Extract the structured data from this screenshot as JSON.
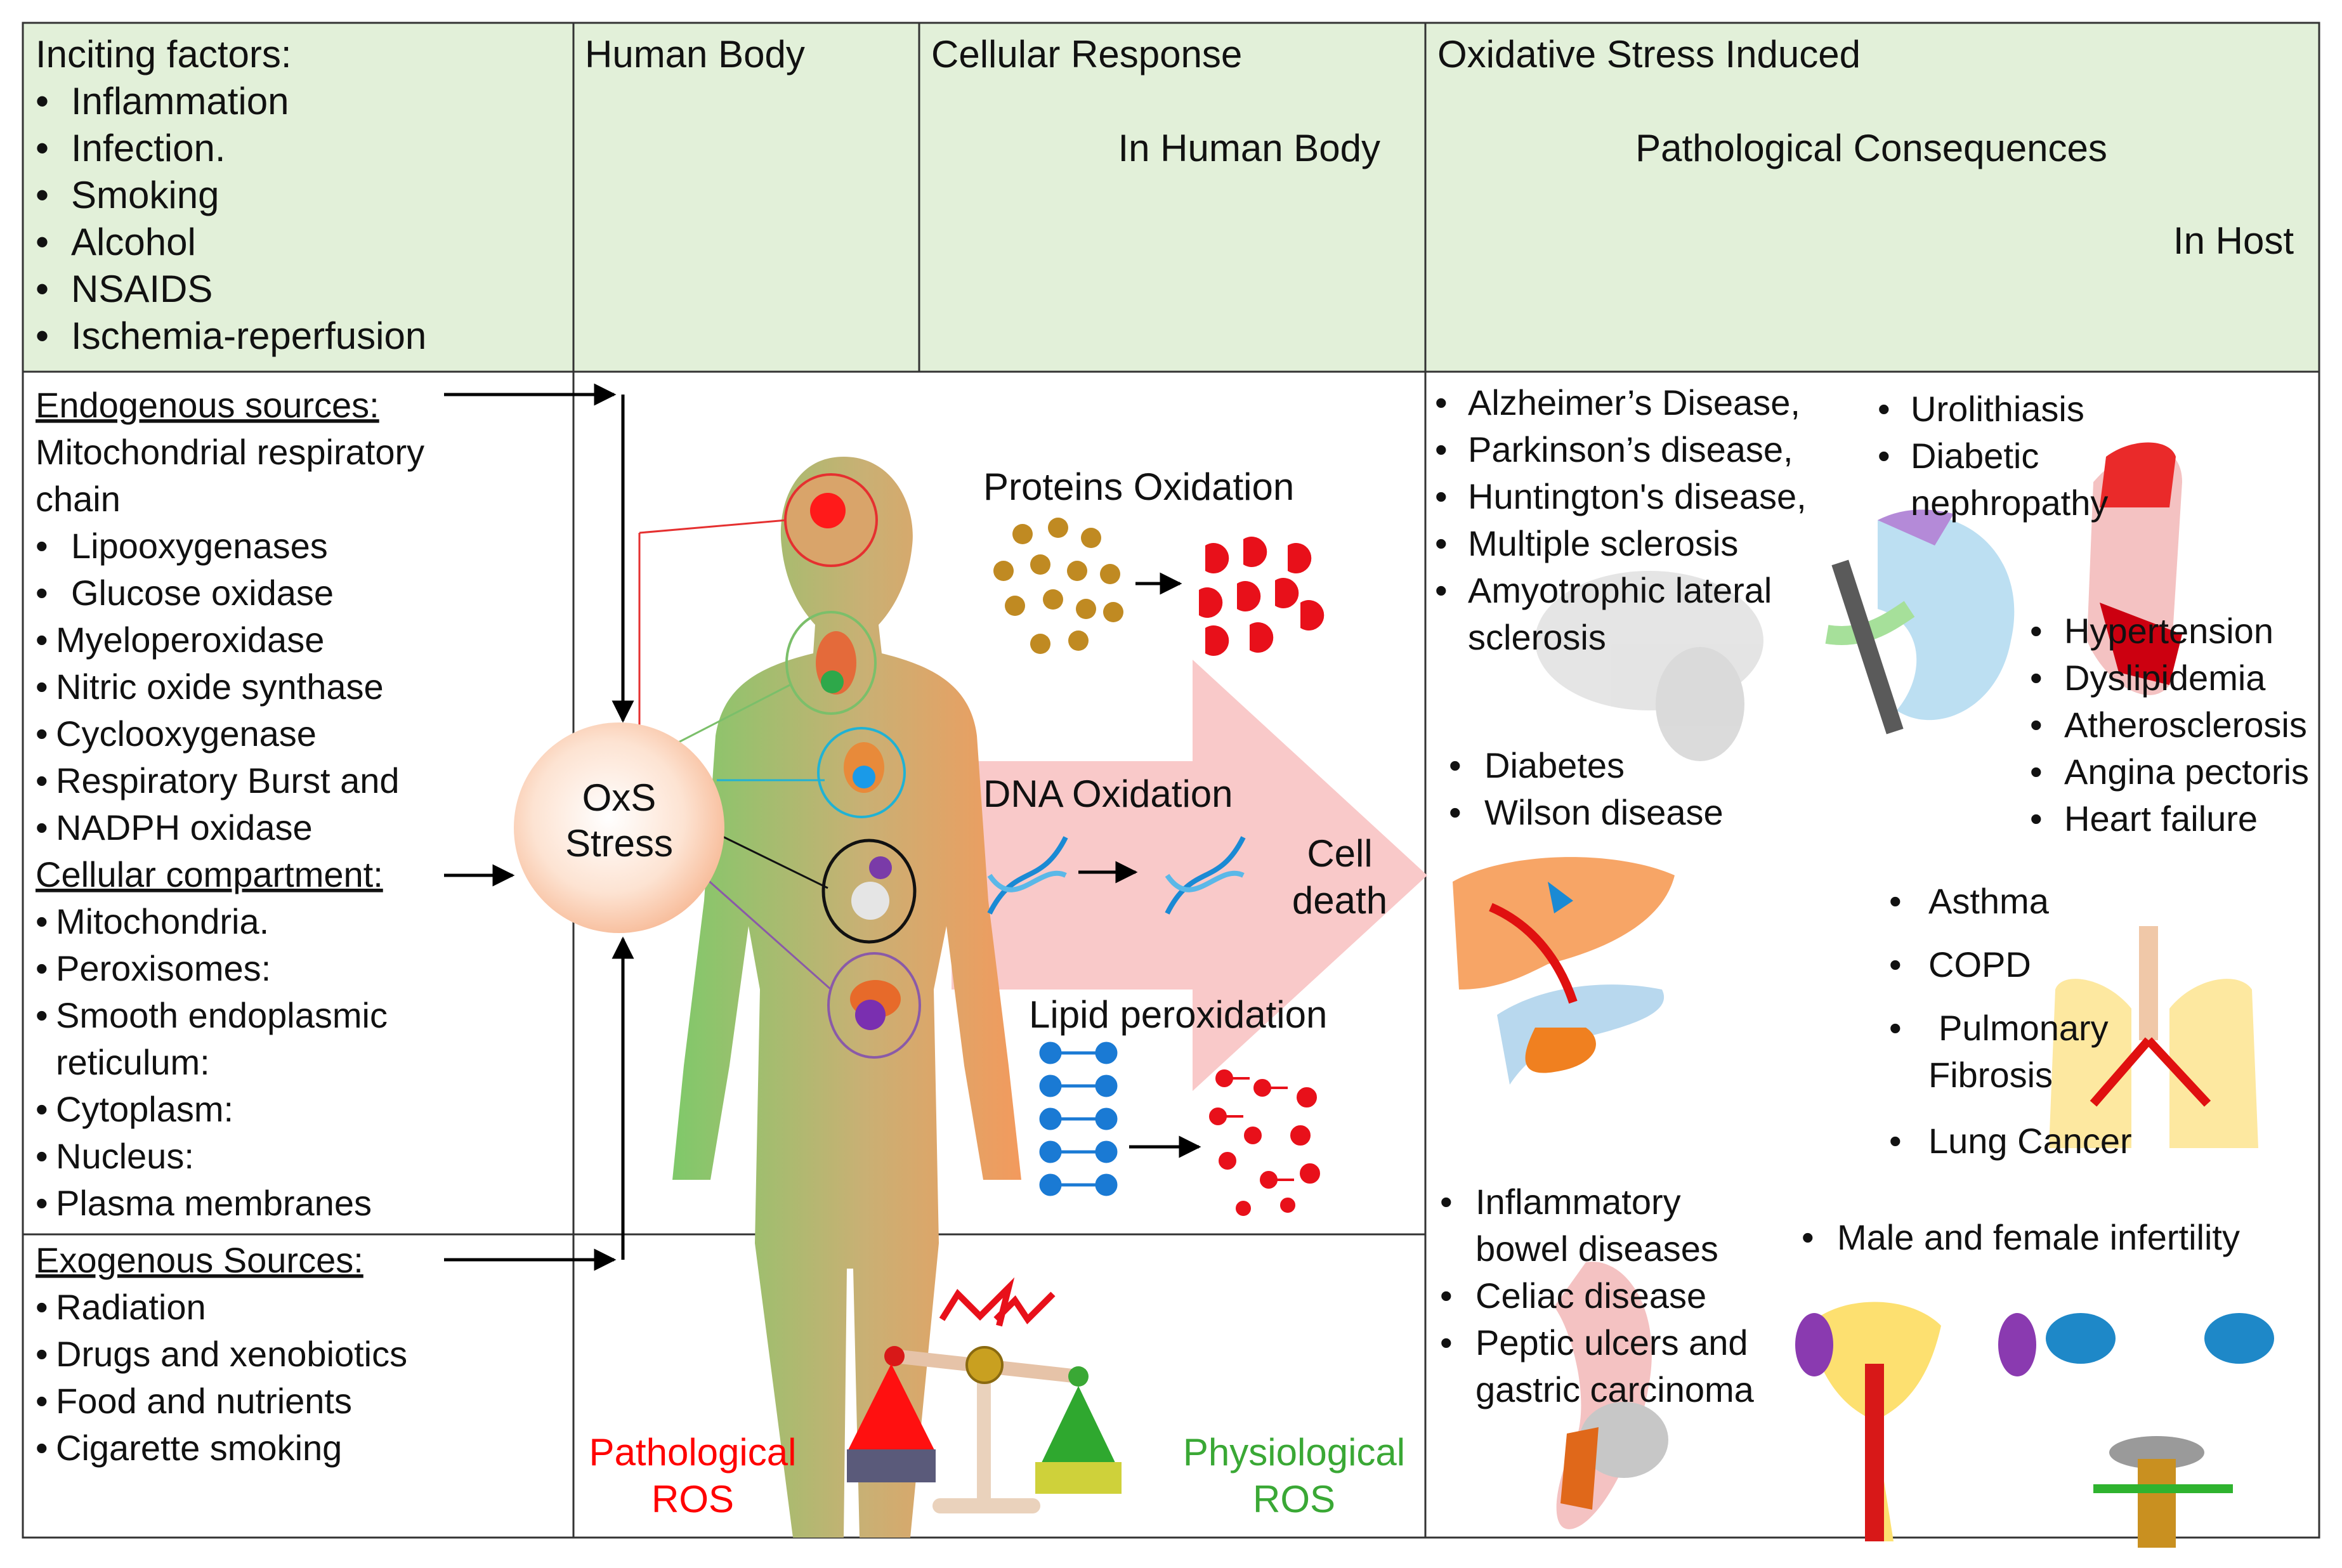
{
  "header": {
    "col1_title": "Inciting factors:",
    "col1_items": [
      "Inflammation",
      "Infection.",
      "Smoking",
      "Alcohol",
      "NSAIDS",
      "Ischemia-reperfusion"
    ],
    "col2_title": "Human Body",
    "col3_title": "Cellular Response",
    "col3_sub": "In Human Body",
    "col4_title": "Oxidative Stress Induced",
    "col4_sub": "Pathological  Consequences",
    "col4_sub2": "In Host"
  },
  "endogenous": {
    "title": "Endogenous sources:",
    "lead_line1": "Mitochondrial respiratory",
    "lead_line2": "chain",
    "items": [
      "Lipooxygenases",
      "Glucose oxidase",
      "Myeloperoxidase",
      "Nitric oxide synthase",
      "Cyclooxygenase",
      "Respiratory Burst and",
      "NADPH oxidase"
    ]
  },
  "compartment": {
    "title": "Cellular compartment:",
    "items": [
      "Mitochondria.",
      "Peroxisomes:",
      "Smooth endoplasmic",
      "reticulum:",
      "Cytoplasm:",
      "Nucleus:",
      "Plasma membranes"
    ]
  },
  "exogenous": {
    "title": "Exogenous Sources:",
    "items": [
      "Radiation",
      "Drugs and xenobiotics",
      "Food and nutrients",
      "Cigarette smoking"
    ]
  },
  "center": {
    "oxs_line1": "OxS",
    "oxs_line2": "Stress",
    "protein_label": "Proteins Oxidation",
    "dna_label": "DNA Oxidation",
    "lipid_label": "Lipid peroxidation",
    "cell_death_line1": "Cell",
    "cell_death_line2": "death",
    "path_ros_line1": "Pathological",
    "path_ros_line2": "ROS",
    "phys_ros_line1": "Physiological",
    "phys_ros_line2": "ROS"
  },
  "diseases": {
    "neuro": [
      "Alzheimer’s Disease,",
      "Parkinson’s disease,",
      "Huntington's disease,",
      "Multiple sclerosis",
      "Amyotrophic lateral",
      "sclerosis"
    ],
    "kidney": [
      "Urolithiasis",
      "Diabetic",
      "nephropathy"
    ],
    "cardio": [
      "Hypertension",
      "Dyslipidemia",
      "Atherosclerosis",
      "Angina pectoris",
      "Heart failure"
    ],
    "metabolic": [
      "Diabetes",
      "Wilson disease"
    ],
    "lung": [
      "Asthma",
      "COPD",
      "Pulmonary",
      "Fibrosis",
      "Lung Cancer"
    ],
    "gut": [
      "Inflammatory",
      "bowel diseases",
      "Celiac disease",
      "Peptic ulcers and",
      "gastric carcinoma"
    ],
    "repro": "Male and female infertility"
  },
  "colors": {
    "header_bg": "#e2f0d9",
    "arrow_fill": "#f9c9c9",
    "pathological": "#ff0000",
    "physiological": "#3aa835"
  }
}
